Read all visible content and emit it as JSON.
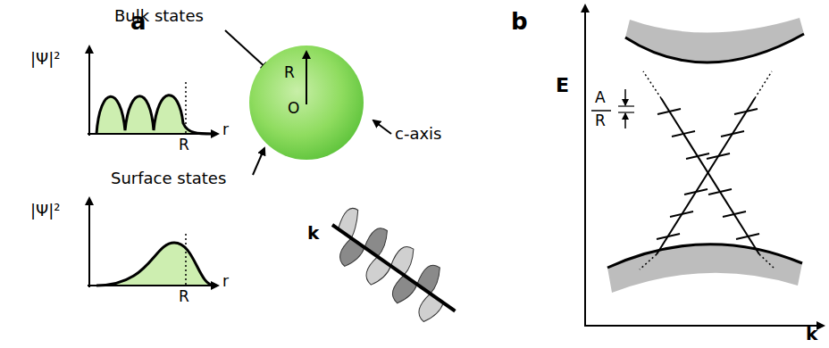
{
  "diagram": {
    "nodes": [
      {
        "text": [
          "R",
          "O"
        ]
      }
    ],
    "labels": [
      "a",
      "Bulk states",
      "|Ψ|²",
      "R",
      "r",
      "Surface states",
      "|Ψ|²",
      "R",
      "r",
      "c-axis",
      "k",
      "b",
      "E",
      "A",
      "R",
      "k"
    ]
  }
}
